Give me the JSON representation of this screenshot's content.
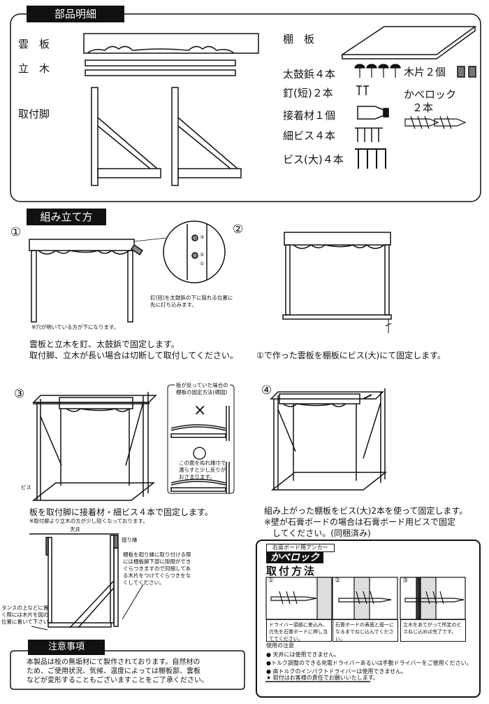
{
  "parts": {
    "header": "部品明細",
    "kumoita": "雲　板",
    "tachiki": "立　木",
    "toritsukeashi": "取付脚",
    "tanaita": "棚　板",
    "taikobyo": "太鼓鋲４本",
    "kugi": "釘(短)２本",
    "setchakuzai": "接着材１個",
    "hosobisu": "細ビス４本",
    "bisu_dai": "ビス(大)４本",
    "mokuhen": "木片２個",
    "kabelock_1": "かべロック",
    "kabelock_2": "２本"
  },
  "assembly": {
    "header": "組み立て方",
    "step_numbers": [
      "①",
      "②",
      "③",
      "④"
    ],
    "nail_note_1": "釘(短)を太鼓鋲の下に隠れる位置に",
    "nail_note_2": "先に打ち込みます。",
    "detail_marks": [
      "③",
      "②",
      "①"
    ],
    "hole_note": "※穴が明いている方が下になります。",
    "step1_line1": "雲板と立木を釘、太鼓鋲で固定します。",
    "step1_line2": "取付脚、立木が長い場合は切断して取付してください。",
    "step2_text": "①で作った雲板を棚板にビス(大)にて固定します。",
    "warp_title_1": "板が反っていた場合の",
    "warp_title_2": "棚板の固定方法(横図)",
    "warp_ng": "×",
    "warp_ok": "○",
    "warp_note_1": "この面をぬれ雑巾で",
    "warp_note_2": "濡らすと少し反りが",
    "warp_note_3": "おさまります。",
    "screw_label": "ビス",
    "step3_line1": "板を取付脚に接着材・細ビス４本で固定します。",
    "step3_note": "※取付脚より立木の方が少し短くなっております。",
    "step4_line1": "組み上がった棚板をビス(大)2本を使って固定します。",
    "step4_line2": "※壁が石膏ボードの場合は石膏ボード用ビスで固定",
    "step4_line3": "してください。(同梱済み)"
  },
  "side_view": {
    "ceiling": "天井",
    "molding": "廻り縁",
    "molding_note": [
      "棚板を廻り縁に取り付ける際",
      "には棚板脚下部に隙間ができ",
      "ぐらつきますので同梱してあ",
      "る木片をつけてぐらつきをな",
      "くしてください。"
    ],
    "dresser_note": [
      "タンスの上などに置",
      "く際には木片を図の",
      "位置に置いて下さい"
    ]
  },
  "caution": {
    "header": "注意事項",
    "lines": [
      "本製品は桧の無垢材にて製作されております。自然材の",
      "ため、ご使用状況、気候、温度によっては棚板部、雲板",
      "などが変形することもございますことをご了承ください。"
    ]
  },
  "anchor": {
    "subtitle": "石膏ボード用アンカー",
    "brand": "かべロック",
    "title": "取付方法",
    "steps": [
      {
        "num": "①",
        "text": "ドライバー頭部に差込み、刃先を石膏ボードに押し当ててください。"
      },
      {
        "num": "②",
        "text": "石膏ボードの表面と面一になるまでねじ込んでください。"
      },
      {
        "num": "③",
        "text": "立木をあてがって所定のビスねじ込めば完了です。"
      }
    ],
    "usage_title": "使用の注意",
    "usage": [
      "● 天井には使用できません。",
      "●トルク調整のできる充電ドライバーあるいは手動ドライバーをご使用ください。",
      "● 高トルクのインパクトドライバーは使用できません。"
    ],
    "responsibility": "★ 取付はお客様の責任でお願いいたします。"
  }
}
